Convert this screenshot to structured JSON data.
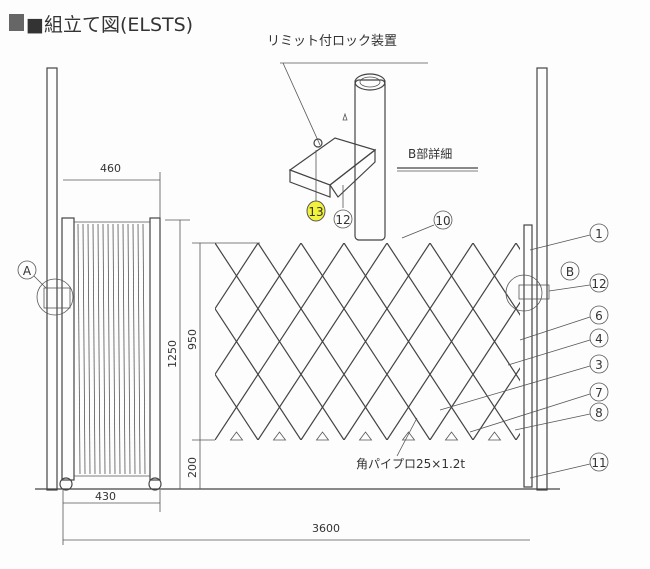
{
  "title": "■組立て図(ELSTS)",
  "detail": {
    "lock_label": "リミット付ロック装置",
    "detail_title": "B部詳細"
  },
  "pipe_label": "角パイプロ25×1.2t",
  "dimensions": {
    "fold_width": "460",
    "wheel_span": "430",
    "total_height": "1250",
    "lattice_height": "950",
    "bottom_clearance": "200",
    "total_width": "3600"
  },
  "markers": {
    "a": "A",
    "b": "B"
  },
  "callouts": {
    "c1": "1",
    "c12": "12",
    "c6": "6",
    "c4": "4",
    "c3": "3",
    "c7": "7",
    "c8": "8",
    "c11": "11",
    "c10": "10",
    "c13": "13",
    "c12_detail": "12"
  },
  "colors": {
    "highlight": "#f2f23a",
    "line": "#444444"
  }
}
